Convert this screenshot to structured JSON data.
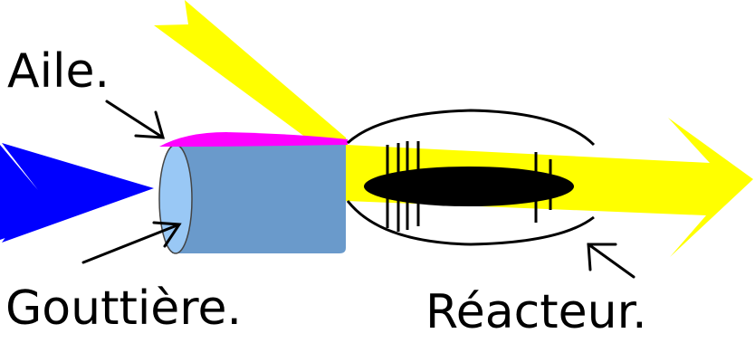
{
  "labels": {
    "wing": "Aile.",
    "gutter": "Gouttière.",
    "reactor": "Réacteur."
  },
  "colors": {
    "air_flow": "#ffff00",
    "input_flow": "#0000ff",
    "wing": "#ff00ff",
    "gutter_body": "#6a9acb",
    "gutter_face": "#99c8f5",
    "core": "#000000",
    "outline": "#000000"
  }
}
